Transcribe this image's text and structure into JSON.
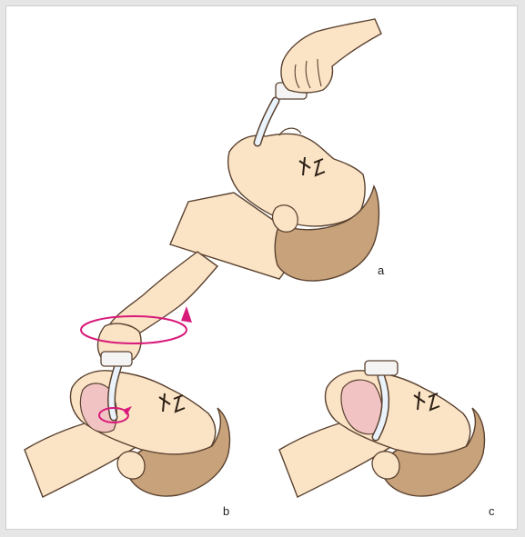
{
  "figure": {
    "panels": [
      {
        "label": "a"
      },
      {
        "label": "b"
      },
      {
        "label": "c"
      }
    ]
  },
  "colors": {
    "skin": "#fbe3c6",
    "hair": "#c8a27a",
    "outline": "#5a4230",
    "arrow": "#d81a7a",
    "tube": "#eaf3fb",
    "oral_tissue": "#f2c3c3"
  },
  "icons": [
    "hand-icon",
    "airway-tube-icon",
    "rotation-arrow-icon"
  ]
}
